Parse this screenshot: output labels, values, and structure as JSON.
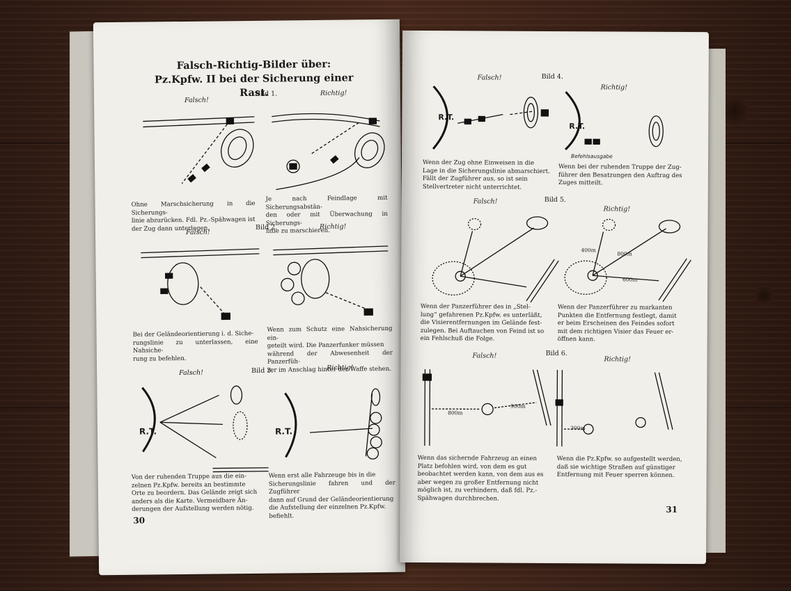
{
  "left_page": {
    "title": "Falsch-Richtig-Bilder über:\nPz.Kpfw. II bei der Sicherung einer Rast.",
    "page_number": "30",
    "figures": [
      {
        "bild": "Bild 1.",
        "wrong_label": "Falsch!",
        "right_label": "Richtig!",
        "wrong_caption": "Ohne Marschsicherung in die Sicherungs-\nlinie abzurücken. Fdl. Pz.-Spähwagen ist\nder Zug dann unterlegen.",
        "right_caption": "Je nach Feindlage mit Sicherungsabstän-\nden oder mit Überwachung in Sicherungs-\nlinie zu marschieren."
      },
      {
        "bild": "Bild 2.",
        "wrong_label": "Falsch!",
        "right_label": "Richtig!",
        "wrong_caption": "Bei der Geländeorientierung i. d. Siche-\nrungslinie zu unterlassen, eine Nahsiche-\nrung zu befehlen.",
        "right_caption": "Wenn zum Schutz eine Nahsicherung ein-\ngeteilt wird. Die Panzerfunker müssen\nwährend der Abwesenheit der Panzerfüh-\nrer im Anschlag hinter der Waffe stehen."
      },
      {
        "bild": "Bild 3.",
        "wrong_label": "Falsch!",
        "right_label": "Richtig!",
        "rt": "R.T.",
        "wrong_caption": "Von der ruhenden Truppe aus die ein-\nzelnen Pz.Kpfw. bereits an bestimmte\nOrte zu beordern. Das Gelände zeigt sich\nanders als die Karte. Vermeidbare Än-\nderungen der Aufstellung werden nötig.",
        "right_caption": "Wenn erst alle Fahrzeuge bis in die\nSicherungslinie fahren und der Zugführer\ndann auf Grund der Geländeorientierung\ndie Aufstellung der einzelnen Pz.Kpfw.\nbefiehlt."
      }
    ]
  },
  "right_page": {
    "page_number": "31",
    "figures": [
      {
        "bild": "Bild 4.",
        "wrong_label": "Falsch!",
        "right_label": "Richtig!",
        "rt": "R.T.",
        "befehlsausgabe": "Befehlsausgabe",
        "wrong_caption": "Wenn der Zug ohne Einweisen in die\nLage in die Sicherungslinie abmarschiert.\nFällt der Zugführer aus, so ist sein\nStellvertreter nicht unterrichtet.",
        "right_caption": "Wenn bei der ruhenden Truppe der Zug-\nführer den Besatzungen den Auftrag des\nZuges mitteilt."
      },
      {
        "bild": "Bild 5.",
        "wrong_label": "Falsch!",
        "right_label": "Richtig!",
        "distances": [
          "400m",
          "800m",
          "600m"
        ],
        "wrong_caption": "Wenn der Panzerführer des in „Stel-\nlung“ gefahrenen Pz.Kpfw. es unterläßt,\ndie Visierentfernungen im Gelände fest-\nzulegen. Bei Auftauchen von Feind ist so\nein Fehlschuß die Folge.",
        "right_caption": "Wenn der Panzerführer zu markanten\nPunkten die Entfernung festlegt, damit\ner beim Erscheinen des Feindes sofort\nmit dem richtigen Visier das Feuer er-\nöffnen kann."
      },
      {
        "bild": "Bild 6.",
        "wrong_label": "Falsch!",
        "right_label": "Richtig!",
        "distances": [
          "800m",
          "900m",
          "300m"
        ],
        "wrong_caption": "Wenn das sichernde Fahrzeug an einen\nPlatz befohlen wird, von dem es gut\nbeobachtet werden kann, von dem aus es\naber wegen zu großer Entfernung nicht\nmöglich ist, zu verhindern, daß fdl. Pz.-\nSpähwagen durchbrechen.",
        "right_caption": "Wenn die Pz.Kpfw. so aufgestellt werden,\ndaß sie wichtige Straßen auf günstiger\nEntfernung mit Feuer sperren können."
      }
    ]
  }
}
